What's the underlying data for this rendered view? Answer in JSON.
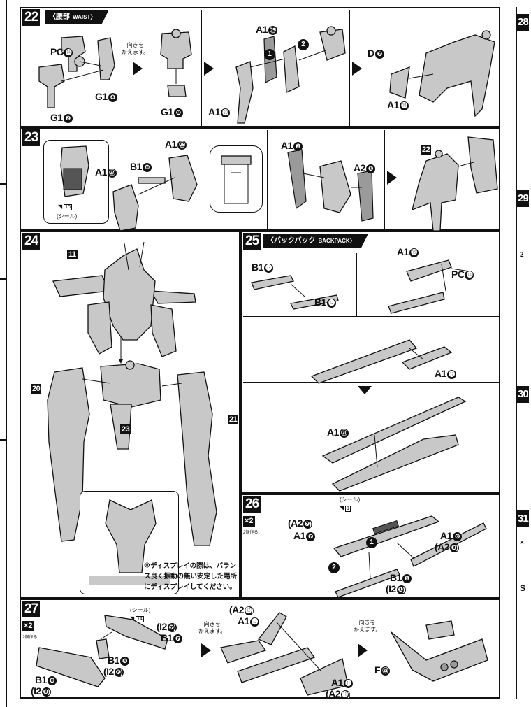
{
  "steps": {
    "s22": {
      "num": "22",
      "title_jp": "〈腰部",
      "title_en": "WAIST〉",
      "labels": {
        "pc": "PC",
        "g1a": "G1",
        "g1b": "G1",
        "g1c": "G1",
        "a1a": "A1",
        "a1b": "A1",
        "d": "D",
        "a1c": "A1"
      },
      "nums": {
        "pc": "⓮",
        "g1a": "❹",
        "g1b": "❷",
        "g1c": "❽",
        "a1a": "㉕",
        "a1b": "⓴",
        "d": "❼",
        "a1c": "⓳"
      },
      "turn": "向きを\nかえます。",
      "circ1": "1",
      "circ2": "2"
    },
    "s23": {
      "num": "23",
      "labels": {
        "a1a": "A1",
        "b1": "B1",
        "a1b": "A1",
        "a1c": "A1",
        "a2": "A2",
        "ref": "22"
      },
      "nums": {
        "a1a": "㉕",
        "b1": "❿",
        "a1b": "㉗",
        "a1c": "❶",
        "a2": "❶"
      },
      "sticker_label": "(シール)",
      "sticker_num": "10"
    },
    "s24": {
      "num": "24",
      "refs": {
        "r11": "11",
        "r20": "20",
        "r21": "21",
        "r23": "23"
      },
      "note": "※ディスプレイの際は、バランス良く振動の無い安定した場所にディスプレイしてください。"
    },
    "s25": {
      "num": "25",
      "title_jp": "〈バックパック",
      "title_en": "BACKPACK〉",
      "labels": {
        "b1a": "B1",
        "b1b": "B1",
        "a1a": "A1",
        "pc": "PC",
        "a1b": "A1",
        "a1c": "A1"
      },
      "nums": {
        "b1a": "⓭",
        "b1b": "⓬",
        "a1a": "⓲",
        "pc": "⓮",
        "a1b": "⓱",
        "a1c": "㉑"
      }
    },
    "s26": {
      "num": "26",
      "x2": "×2",
      "x2sub": "2個作る",
      "sticker_label": "(シール)",
      "sticker_num": "1",
      "labels": {
        "a2a": "(A2",
        "a1a": "A1",
        "a1b": "A1",
        "a2b": "(A2",
        "b1": "B1",
        "i2": "(I2"
      },
      "nums": {
        "a2a": "❼)",
        "a1a": "❼",
        "a1b": "❽",
        "a2b": "❽)",
        "b1": "❶",
        "i2": "❶)"
      },
      "circ1": "1",
      "circ2": "2"
    },
    "s27": {
      "num": "27",
      "x2": "×2",
      "x2sub": "2個作る",
      "sticker_label": "(シール)",
      "sticker_num": "14",
      "labels": {
        "i2a": "(I2",
        "b1a": "B1",
        "b1b": "B1",
        "i2b": "(I2",
        "b1c": "B1",
        "i2c": "(I2",
        "a2a": "(A2",
        "a1a": "A1",
        "a1b": "A1",
        "a2b": "(A2",
        "f": "F"
      },
      "nums": {
        "i2a": "❼)",
        "b1a": "❼",
        "b1b": "❻",
        "i2b": "❻)",
        "b1c": "❽",
        "i2c": "❽)",
        "a2a": "⓬)",
        "a1a": "⓬",
        "a1b": "⓫",
        "a2b": "⓫)",
        "f": "㉓"
      },
      "turn1": "向きを\nかえます。",
      "turn2": "向きを\nかえます。"
    },
    "right_edge": {
      "s28": "28",
      "s29": "29",
      "s30": "30",
      "s31": "31",
      "s29ref": "2",
      "s31x": "×",
      "s31s": "S"
    }
  },
  "colors": {
    "ink": "#111111",
    "part": "#c8c8c8",
    "part_dark": "#9a9a9a",
    "base": "#c9c9c9"
  }
}
